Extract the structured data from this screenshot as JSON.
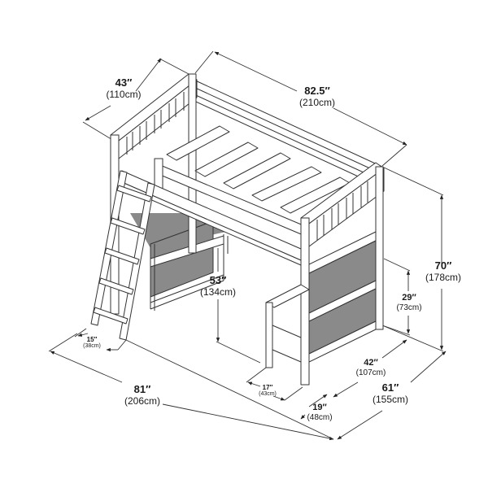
{
  "diagram": {
    "subject": "loft bed with ladder, desk and shelves",
    "line_color": "#333333",
    "fill_light": "#ffffff",
    "fill_shadow": "#8a8a8a",
    "dimensions": {
      "headboard_width": {
        "imperial": "43″",
        "metric": "(110cm)"
      },
      "bed_length": {
        "imperial": "82.5″",
        "metric": "(210cm)"
      },
      "total_height": {
        "imperial": "70″",
        "metric": "(178cm)"
      },
      "desk_height": {
        "imperial": "29″",
        "metric": "(73cm)"
      },
      "under_bed_clearance": {
        "imperial": "53″",
        "metric": "(134cm)"
      },
      "ladder_depth": {
        "imperial": "15″",
        "metric": "(38cm)"
      },
      "overall_length": {
        "imperial": "81″",
        "metric": "(206cm)"
      },
      "desk_width": {
        "imperial": "17″",
        "metric": "(43cm)"
      },
      "desk_depth": {
        "imperial": "19″",
        "metric": "(48cm)"
      },
      "shelf_width": {
        "imperial": "42″",
        "metric": "(107cm)"
      },
      "overall_width": {
        "imperial": "61″",
        "metric": "(155cm)"
      }
    }
  }
}
